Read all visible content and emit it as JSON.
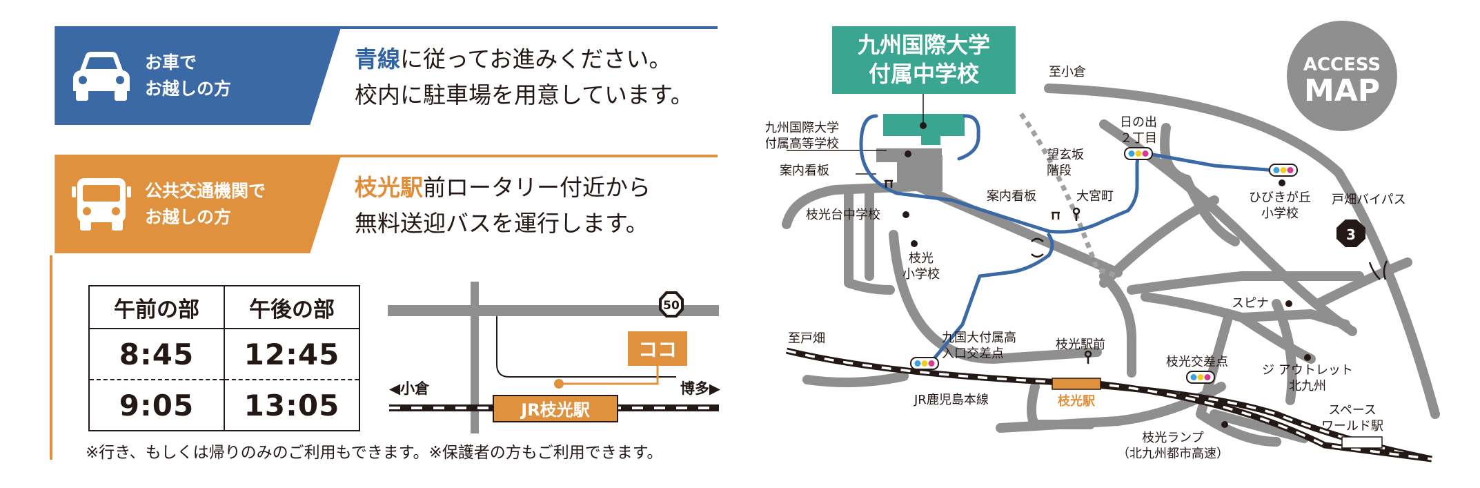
{
  "car": {
    "title_1": "お車で",
    "title_2": "お越しの方",
    "accent": "青線",
    "line1_rest": "に従ってお進みください。",
    "line2": "校内に駐車場を用意しています。",
    "color": "#3a69a5"
  },
  "transit": {
    "title_1": "公共交通機関で",
    "title_2": "お越しの方",
    "accent": "枝光駅",
    "line1_rest": "前ロータリー付近から",
    "line2": "無料送迎バスを運行します。",
    "color": "#e0913e"
  },
  "schedule": {
    "headers": [
      "午前の部",
      "午後の部"
    ],
    "rows": [
      [
        "8:45",
        "12:45"
      ],
      [
        "9:05",
        "13:05"
      ]
    ]
  },
  "note": "※行き、もしくは帰りのみのご利用もできます。※保護者の方もご利用できます。",
  "mini_map": {
    "route_number": "50",
    "here_label": "ココ",
    "station": "JR枝光駅",
    "west": "◀小倉",
    "east": "博多▶"
  },
  "map": {
    "badge_line1": "ACCESS",
    "badge_line2": "MAP",
    "school_line1": "九州国際大学",
    "school_line2": "付属中学校",
    "high_school_1": "九州国際大学",
    "high_school_2": "付属高等学校",
    "signboard_1": "案内看板",
    "signboard_2": "案内看板",
    "to_kokura": "至小倉",
    "to_tobata": "至戸畑",
    "hinode_1": "日の出",
    "hinode_2": "２丁目",
    "bogenzaka_1": "望玄坂",
    "bogenzaka_2": "階段",
    "omiyamachi": "大宮町",
    "hibikigaoka_1": "ひびきが丘",
    "hibikigaoka_2": "小学校",
    "tobata_bypass": "戸畑バイパス",
    "bypass_number": "3",
    "edamitsudai_jhs": "枝光台中学校",
    "edamitsu_es_1": "枝光",
    "edamitsu_es_2": "小学校",
    "entrance_1": "九国大付属高",
    "entrance_2": "入口交差点",
    "station_front": "枝光駅前",
    "spina": "スピナ",
    "outlet_1": "ジ アウトレット",
    "outlet_2": "北九州",
    "edamitsu_crossing": "枝光交差点",
    "kagoshima_line": "JR鹿児島本線",
    "edamitsu_station": "枝光駅",
    "spaceworld_1": "スペース",
    "spaceworld_2": "ワールド駅",
    "ramp_1": "枝光ランプ",
    "ramp_2": "（北九州都市高速）",
    "road_color": "#8f8f8f",
    "route_color": "#3a69a5",
    "school_color": "#3aa692"
  }
}
